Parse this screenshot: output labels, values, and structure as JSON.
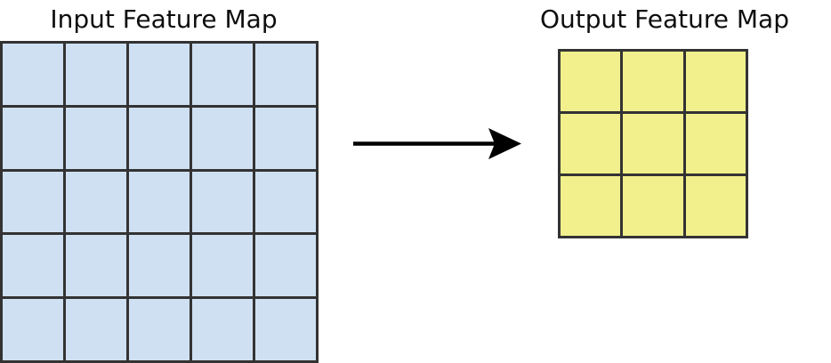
{
  "diagram": {
    "title_left": "Input Feature Map",
    "title_right": "Output Feature Map",
    "background_color": "#ffffff"
  },
  "input_feature_map": {
    "label": "Input Feature Map",
    "rows": 5,
    "cols": 5,
    "cell_count": 25,
    "fill_color": "#cfe0f2",
    "stroke_color": "#333333"
  },
  "output_feature_map": {
    "label": "Output Feature Map",
    "rows": 3,
    "cols": 3,
    "cell_count": 9,
    "fill_color": "#f1f08d",
    "stroke_color": "#333333"
  },
  "arrow": {
    "name": "transform-arrow",
    "direction": "right",
    "color": "#000000",
    "label": ""
  }
}
